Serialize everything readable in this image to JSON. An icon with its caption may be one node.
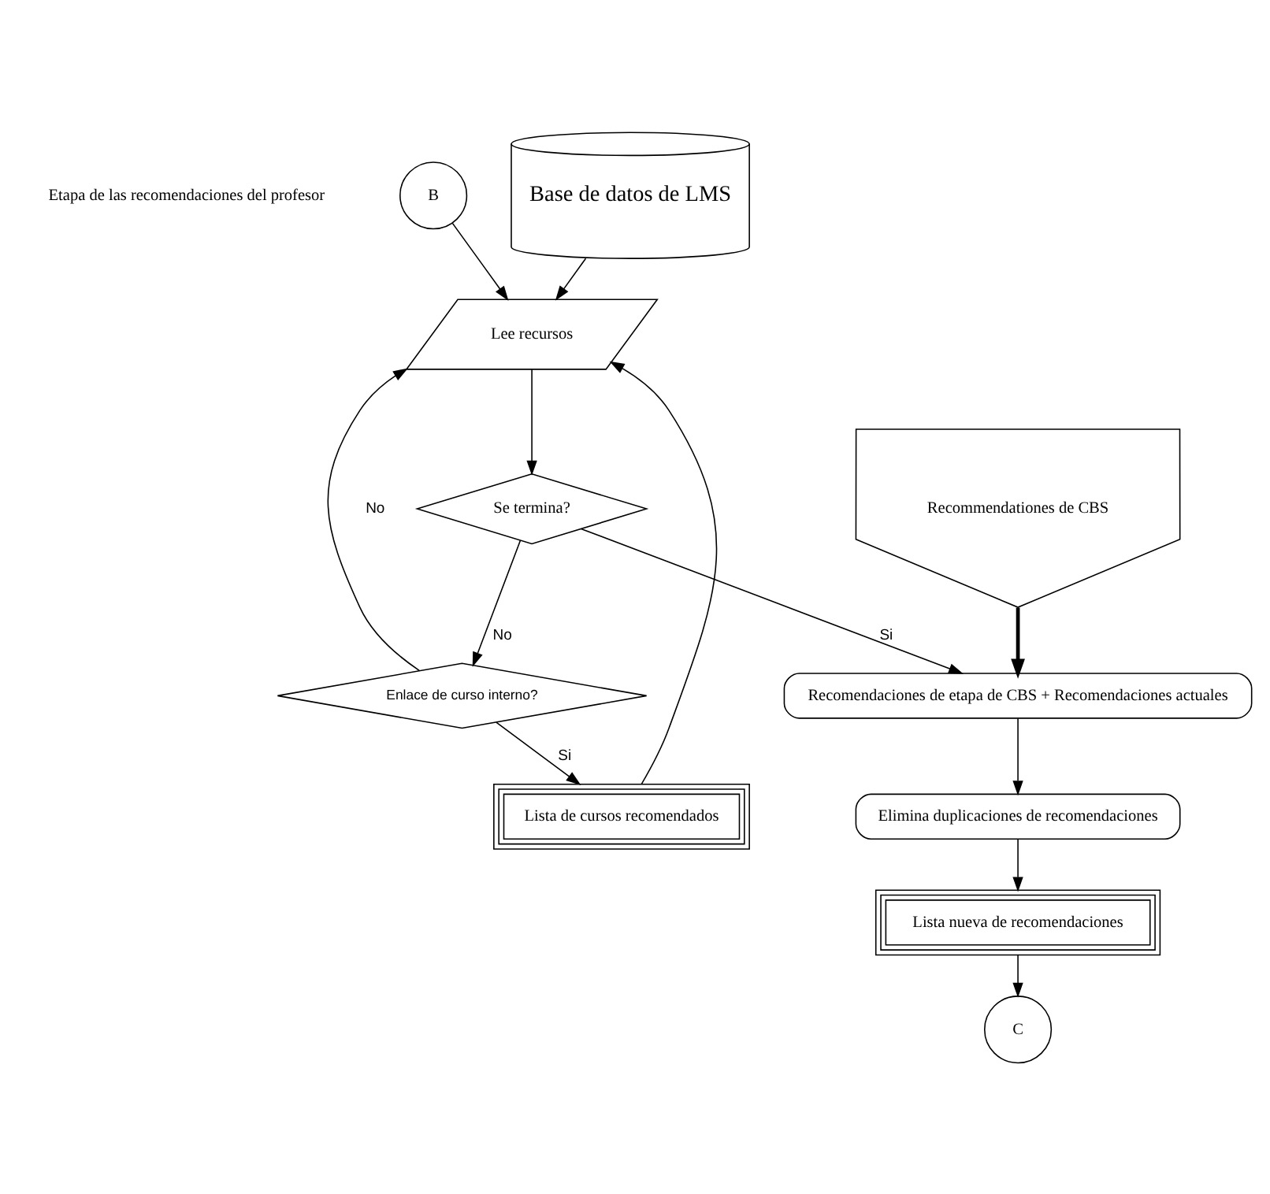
{
  "diagram": {
    "nodes": [
      {
        "text": [
          "B"
        ]
      },
      {
        "text": [
          "Lee recursos"
        ]
      },
      {
        "text": [
          "Base de datos de LMS"
        ]
      },
      {
        "text": [
          "Se termina?"
        ]
      },
      {
        "text": [
          "Enlace de curso interno?"
        ]
      },
      {
        "text": [
          "Lista de cursos recomendados"
        ]
      },
      {
        "text": [
          "Recommendationes de CBS"
        ]
      },
      {
        "text": [
          "Recomendaciones de etapa de CBS + Recomendaciones actuales"
        ]
      },
      {
        "text": [
          "Elimina duplicaciones de recomendaciones"
        ]
      },
      {
        "text": [
          "Lista nueva de recomendaciones"
        ]
      },
      {
        "text": [
          "C"
        ]
      }
    ],
    "edges": [
      {
        "from": 0,
        "to": 1,
        "arrow": "to"
      },
      {
        "from": 2,
        "to": 1,
        "arrow": "to"
      },
      {
        "from": 1,
        "to": 3,
        "arrow": "to"
      },
      {
        "from": 3,
        "to": 7,
        "arrow": "to",
        "label": "Si"
      },
      {
        "from": 3,
        "to": 4,
        "arrow": "to",
        "label": "No"
      },
      {
        "from": 4,
        "to": 1,
        "arrow": "to",
        "label": "No"
      },
      {
        "from": 4,
        "to": 5,
        "arrow": "to",
        "label": "Si"
      },
      {
        "from": 5,
        "to": 1,
        "arrow": "to"
      },
      {
        "from": 6,
        "to": 7,
        "arrow": "to",
        "style": "thick"
      },
      {
        "from": 7,
        "to": 8,
        "arrow": "to"
      },
      {
        "from": 8,
        "to": 9,
        "arrow": "to"
      },
      {
        "from": 9,
        "to": 10,
        "arrow": "to"
      }
    ],
    "labels": [
      "Etapa de las recomendaciones del profesor"
    ]
  }
}
